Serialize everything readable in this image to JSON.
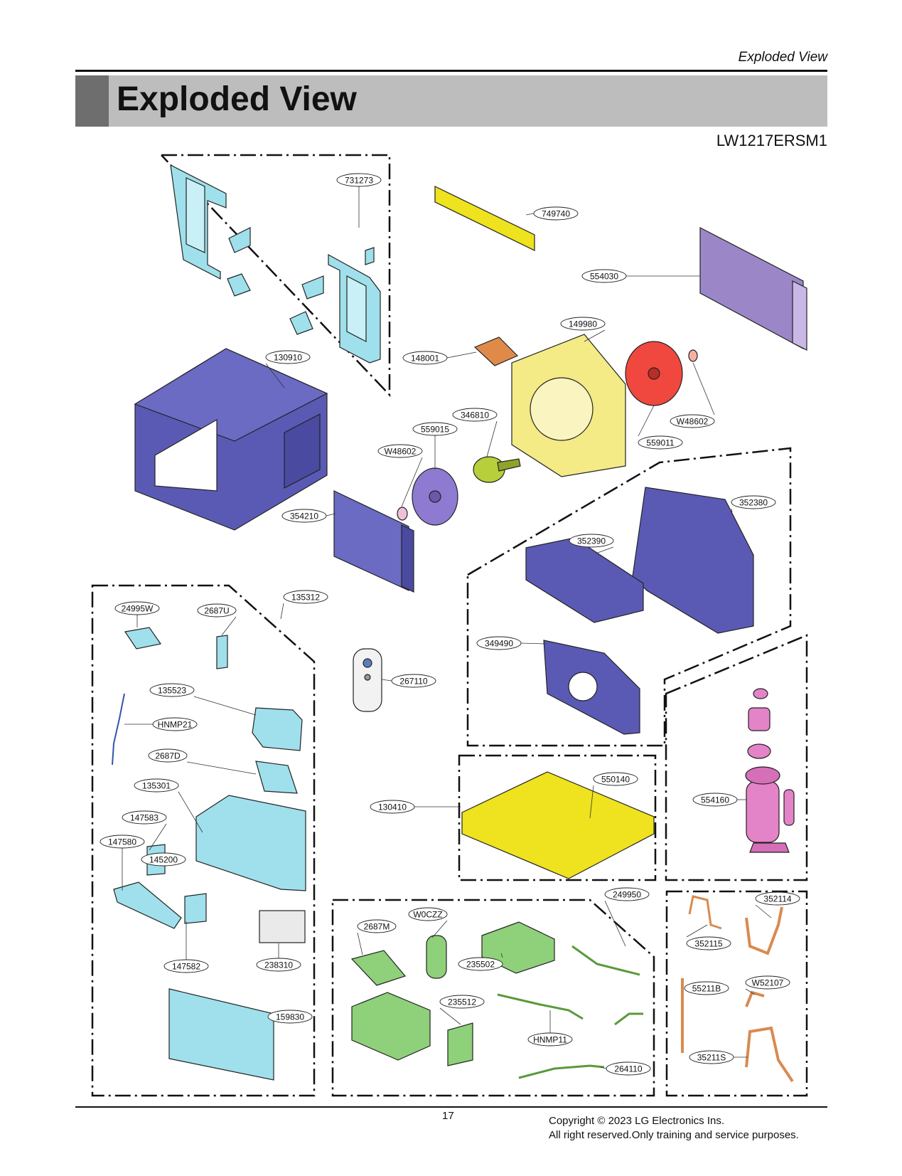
{
  "header": {
    "running_title": "Exploded View",
    "title": "Exploded View",
    "model": "LW1217ERSM1"
  },
  "parts": [
    {
      "id": "p731273",
      "code": "731273"
    },
    {
      "id": "p749740",
      "code": "749740"
    },
    {
      "id": "p554030",
      "code": "554030"
    },
    {
      "id": "p149980",
      "code": "149980"
    },
    {
      "id": "p148001",
      "code": "148001"
    },
    {
      "id": "p130910",
      "code": "130910"
    },
    {
      "id": "p346810",
      "code": "346810"
    },
    {
      "id": "p559015",
      "code": "559015"
    },
    {
      "id": "pW48602a",
      "code": "W48602"
    },
    {
      "id": "pW48602b",
      "code": "W48602"
    },
    {
      "id": "p559011",
      "code": "559011"
    },
    {
      "id": "p354210",
      "code": "354210"
    },
    {
      "id": "p352380",
      "code": "352380"
    },
    {
      "id": "p352390",
      "code": "352390"
    },
    {
      "id": "p135312",
      "code": "135312"
    },
    {
      "id": "p24995W",
      "code": "24995W"
    },
    {
      "id": "p2687U",
      "code": "2687U"
    },
    {
      "id": "p349490",
      "code": "349490"
    },
    {
      "id": "p267110",
      "code": "267110"
    },
    {
      "id": "p135523",
      "code": "135523"
    },
    {
      "id": "pHNMP21",
      "code": "HNMP21"
    },
    {
      "id": "p2687D",
      "code": "2687D"
    },
    {
      "id": "p135301",
      "code": "135301"
    },
    {
      "id": "p550140",
      "code": "550140"
    },
    {
      "id": "p554160",
      "code": "554160"
    },
    {
      "id": "p130410",
      "code": "130410"
    },
    {
      "id": "p147583",
      "code": "147583"
    },
    {
      "id": "p147580",
      "code": "147580"
    },
    {
      "id": "p145200",
      "code": "145200"
    },
    {
      "id": "p249950",
      "code": "249950"
    },
    {
      "id": "pW0CZZ",
      "code": "W0CZZ"
    },
    {
      "id": "p2687M",
      "code": "2687M"
    },
    {
      "id": "p352114",
      "code": "352114"
    },
    {
      "id": "p352115",
      "code": "352115"
    },
    {
      "id": "p235502",
      "code": "235502"
    },
    {
      "id": "p147582",
      "code": "147582"
    },
    {
      "id": "p238310",
      "code": "238310"
    },
    {
      "id": "p55211B",
      "code": "55211B"
    },
    {
      "id": "pW52107",
      "code": "W52107"
    },
    {
      "id": "p235512",
      "code": "235512"
    },
    {
      "id": "p159830",
      "code": "159830"
    },
    {
      "id": "pHNMP11",
      "code": "HNMP11"
    },
    {
      "id": "p35211S",
      "code": "35211S"
    },
    {
      "id": "p264110",
      "code": "264110"
    }
  ],
  "colors": {
    "cyan_part": "#9fe0ec",
    "yellow_part": "#f4ea86",
    "bright_yellow": "#efe21e",
    "purple_part": "#5a5ab5",
    "violet_part": "#9b87c8",
    "red_fan": "#f0483f",
    "green_part": "#8fd07a",
    "pink_part": "#e383c8",
    "copper_part": "#d98a50",
    "orange_gasket": "#e08a4a"
  },
  "footer": {
    "page_number": "17",
    "copyright_line1": "Copyright © 2023 LG Electronics Ins.",
    "copyright_line2": "All right reserved.Only training and service purposes."
  }
}
